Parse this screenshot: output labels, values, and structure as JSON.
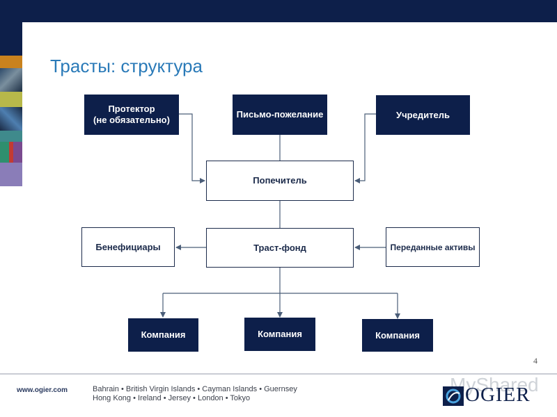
{
  "slide": {
    "title": "Трасты: структура",
    "page_number": "4"
  },
  "diagram": {
    "nodes": {
      "protector": [
        "Протектор",
        "(не обязательно)"
      ],
      "letter_of_wishes": "Письмо-пожелание",
      "settlor": "Учредитель",
      "trustee": "Попечитель",
      "beneficiaries": "Бенефициары",
      "trust_fund": "Траст-фонд",
      "transferred_assets": "Переданные активы",
      "company_1": "Компания",
      "company_2": "Компания",
      "company_3": "Компания"
    }
  },
  "footer": {
    "url": "www.ogier.com",
    "locations_line1": "Bahrain • British Virgin Islands • Cayman Islands • Guernsey",
    "locations_line2": "Hong Kong • Ireland • Jersey • London • Tokyo",
    "logo_text": "OGIER",
    "watermark": "MyShared"
  },
  "colors": {
    "navy": "#0d1f4a",
    "title_blue": "#2a7ab8",
    "connector": "#4a5d78"
  }
}
